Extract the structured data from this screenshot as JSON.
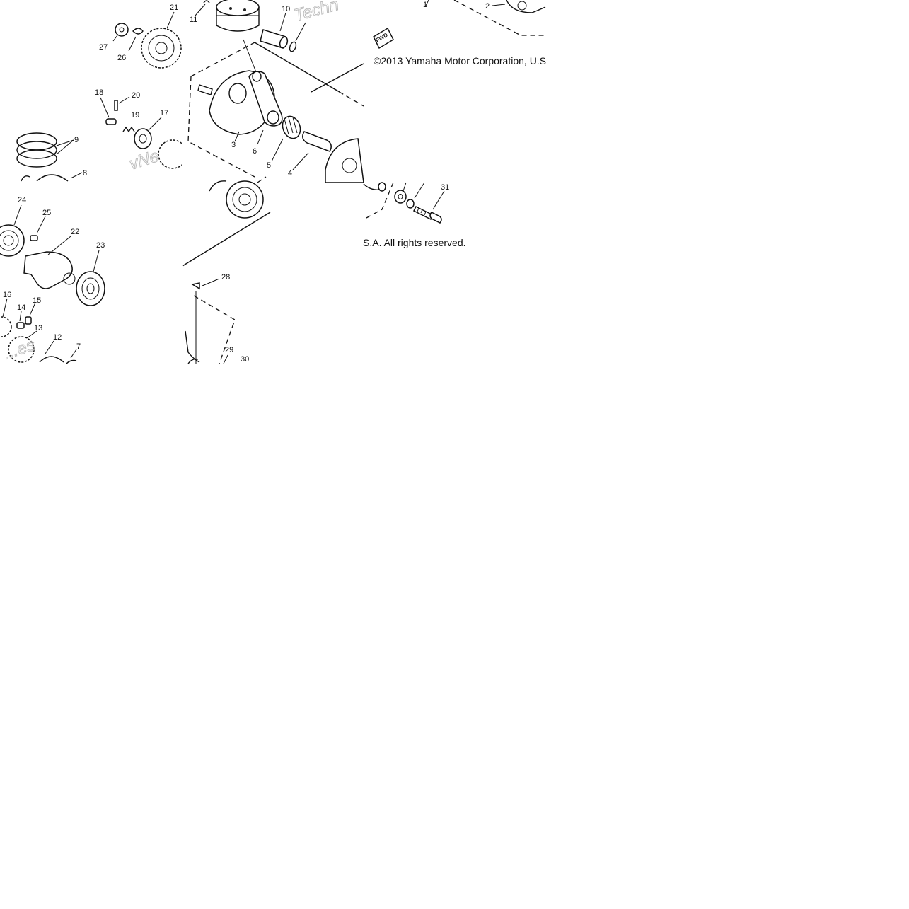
{
  "diagram": {
    "copyright_top": "©2013 Yamaha Motor Corporation, U.S",
    "copyright_bottom": "S.A. All rights reserved.",
    "fwd_badge": "FWD",
    "watermarks": [
      "Techn",
      "vNe",
      "...es"
    ],
    "callouts": {
      "c1": "1",
      "c2": "2",
      "c3": "3",
      "c4": "4",
      "c5": "5",
      "c6": "6",
      "c7": "7",
      "c8": "8",
      "c9": "9",
      "c10": "10",
      "c11": "11",
      "c12": "12",
      "c13": "13",
      "c14": "14",
      "c15": "15",
      "c16": "16",
      "c17": "17",
      "c18": "18",
      "c19": "19",
      "c20": "20",
      "c21": "21",
      "c22": "22",
      "c23": "23",
      "c24": "24",
      "c25": "25",
      "c26": "26",
      "c27": "27",
      "c28": "28",
      "c29": "29",
      "c30": "30",
      "c31": "31"
    }
  }
}
